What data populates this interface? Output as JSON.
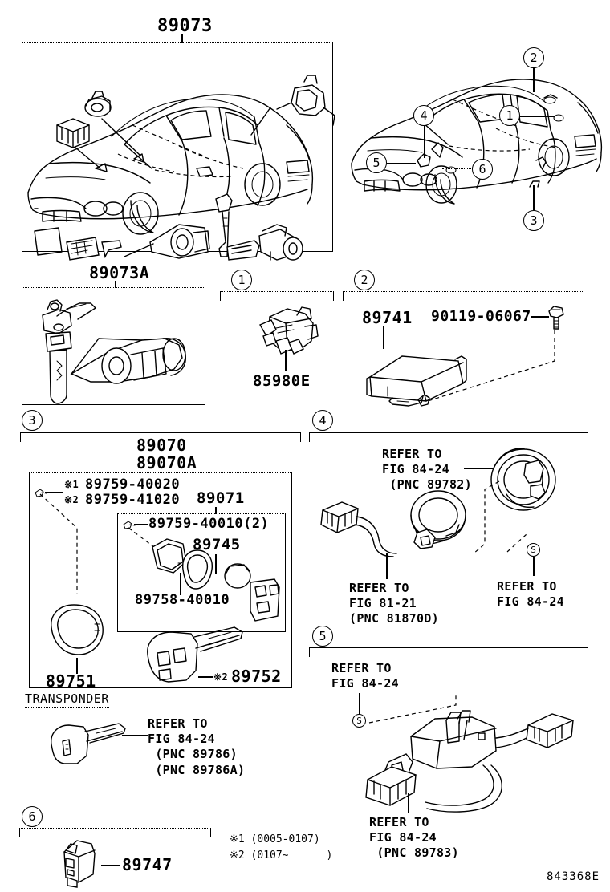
{
  "diagram": {
    "figure_code": "843368E",
    "title_numbers": {
      "group_89073": "89073",
      "group_89073A": "89073A",
      "group_89070": "89070",
      "group_89070A": "89070A"
    }
  },
  "callouts": {
    "one": "1",
    "two": "2",
    "three": "3",
    "four": "4",
    "five": "5",
    "six": "6",
    "s_mark": "S"
  },
  "car_callouts": {
    "c1": "1",
    "c2": "2",
    "c3": "3",
    "c4": "4",
    "c5": "5",
    "c6": "6"
  },
  "section1": {
    "part": "85980E"
  },
  "section2": {
    "part_ecu": "89741",
    "part_bolt": "90119-06067"
  },
  "section3": {
    "group_label_1": "89070",
    "group_label_2": "89070A",
    "mark1_part": "89759-40020",
    "mark2_part": "89759-41020",
    "mark1_prefix": "※1",
    "mark2_prefix": "※2",
    "sub_group": "89071",
    "sub_part_a": "89759-40010(2)",
    "sub_part_b": "89745",
    "sub_part_c": "89758-40010",
    "part_case": "89751",
    "part_key": "89752",
    "part_key_prefix": "※2"
  },
  "transponder": {
    "heading": "TRANSPONDER",
    "refer": "REFER TO\nFIG 84-24\n (PNC 89786)\n (PNC 89786A)"
  },
  "section4": {
    "refer_top": "REFER TO\nFIG 84-24\n (PNC 89782)",
    "refer_left": "REFER TO\nFIG 81-21\n(PNC 81870D)",
    "refer_right": "REFER TO\nFIG 84-24"
  },
  "section5": {
    "refer_top": "REFER TO\nFIG 84-24",
    "refer_bottom": "REFER TO\nFIG 84-24\n (PNC 89783)"
  },
  "section6": {
    "part": "89747"
  },
  "legend": {
    "note1": "※1 (0005-0107)",
    "note2": "※2 (0107~      )"
  }
}
